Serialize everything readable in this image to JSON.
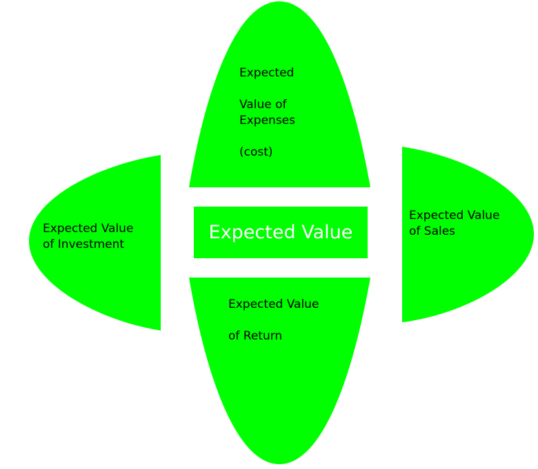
{
  "colors": {
    "shape_fill": "#00ff00",
    "background": "#ffffff",
    "label_text": "#000000",
    "center_text": "#ffffff"
  },
  "diagram": {
    "center": {
      "label": "Expected Value"
    },
    "top": {
      "lines": [
        "Expected",
        "",
        "Value of",
        "Expenses",
        "",
        "(cost)"
      ]
    },
    "left": {
      "lines": [
        "Expected Value",
        "of Investment"
      ]
    },
    "right": {
      "lines": [
        "Expected Value",
        "of Sales"
      ]
    },
    "bottom": {
      "lines": [
        "Expected Value",
        "",
        "of Return"
      ]
    }
  }
}
